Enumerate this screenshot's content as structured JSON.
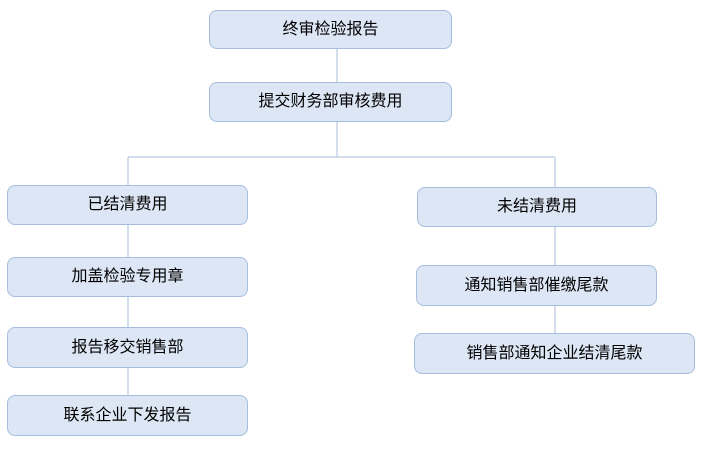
{
  "page": {
    "background": "#ffffff",
    "type": "flowchart"
  },
  "palette": {
    "node_fill": "#dce6f4",
    "node_border": "#a6bedd",
    "connector": "#a9bdd8",
    "text": "#000000"
  },
  "flowchart": {
    "nodes": [
      {
        "id": "final-inspection-report",
        "label": "终审检验报告"
      },
      {
        "id": "submit-finance-fee-review",
        "label": "提交财务部审核费用"
      },
      {
        "id": "fees-settled",
        "label": "已结清费用"
      },
      {
        "id": "fees-unsettled",
        "label": "未结清费用"
      },
      {
        "id": "apply-inspection-seal",
        "label": "加盖检验专用章"
      },
      {
        "id": "notify-sales-collect-balance",
        "label": "通知销售部催缴尾款"
      },
      {
        "id": "report-to-sales-dept",
        "label": "报告移交销售部"
      },
      {
        "id": "sales-notify-enterprise-settle",
        "label": "销售部通知企业结清尾款"
      },
      {
        "id": "contact-enterprise-issue-report",
        "label": "联系企业下发报告"
      }
    ],
    "edges": [
      {
        "from": "final-inspection-report",
        "to": "submit-finance-fee-review"
      },
      {
        "from": "submit-finance-fee-review",
        "to": "fees-settled"
      },
      {
        "from": "submit-finance-fee-review",
        "to": "fees-unsettled"
      },
      {
        "from": "fees-settled",
        "to": "apply-inspection-seal"
      },
      {
        "from": "apply-inspection-seal",
        "to": "report-to-sales-dept"
      },
      {
        "from": "report-to-sales-dept",
        "to": "contact-enterprise-issue-report"
      },
      {
        "from": "fees-unsettled",
        "to": "notify-sales-collect-balance"
      },
      {
        "from": "notify-sales-collect-balance",
        "to": "sales-notify-enterprise-settle"
      }
    ]
  }
}
